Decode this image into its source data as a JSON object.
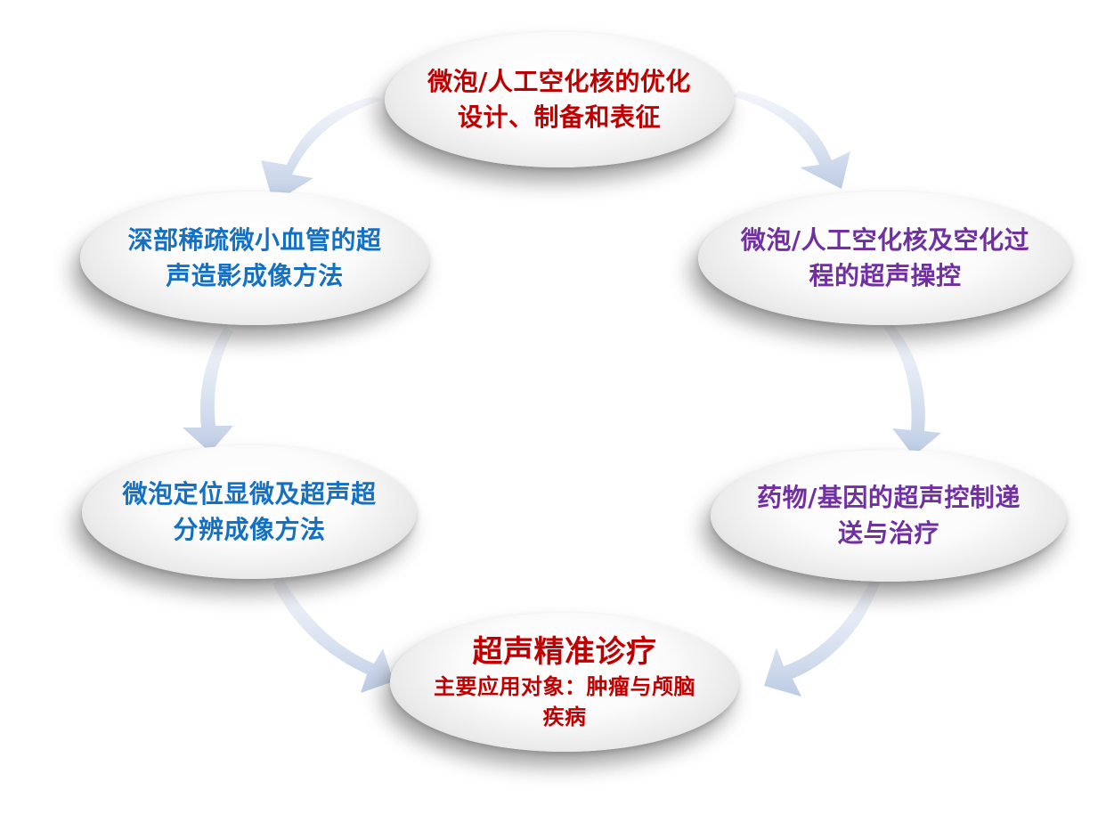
{
  "diagram": {
    "top_node": {
      "line1": "微泡/人工空化核的优化",
      "line2": "设计、制备和表征"
    },
    "right_upper_node": {
      "line1": "微泡/人工空化核及空化过",
      "line2": "程的超声操控"
    },
    "right_lower_node": {
      "line1": "药物/基因的超声控制递",
      "line2": "送与治疗"
    },
    "left_upper_node": {
      "line1": "深部稀疏微小血管的超",
      "line2": "声造影成像方法"
    },
    "left_lower_node": {
      "line1": "微泡定位显微及超声超",
      "line2": "分辨成像方法"
    },
    "bottom_node": {
      "title": "超声精准诊疗",
      "subtitle_line1": "主要应用对象：肿瘤与颅脑",
      "subtitle_line2": "疾病"
    }
  },
  "colors": {
    "red": "#c00000",
    "blue": "#1570c2",
    "purple": "#7030a0",
    "arrow": "#c9d6ea"
  }
}
